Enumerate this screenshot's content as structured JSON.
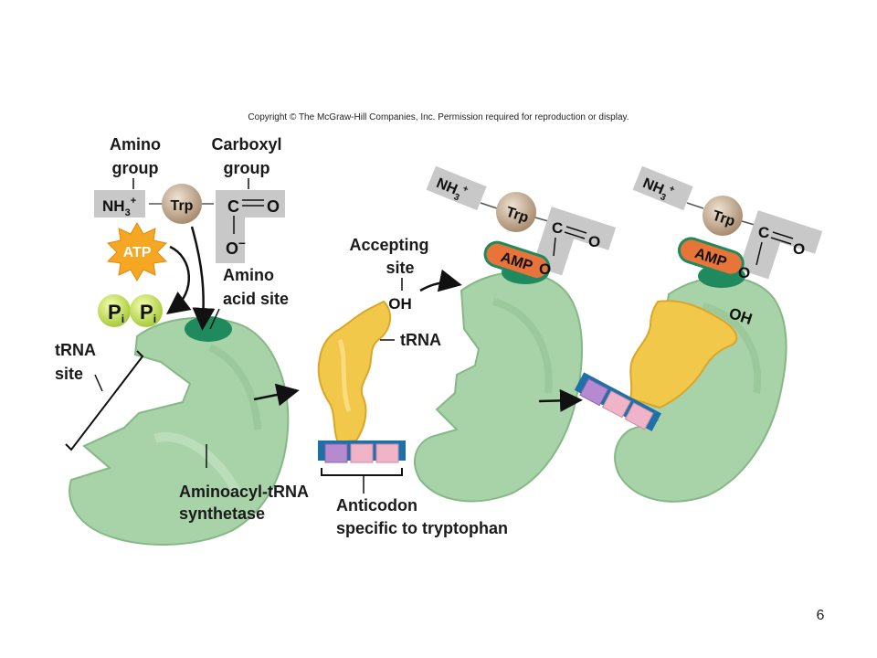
{
  "copyright": "Copyright © The McGraw-Hill Companies, Inc. Permission required for reproduction or display.",
  "page_number": "6",
  "labels": {
    "amino_group_line1": "Amino",
    "amino_group_line2": "group",
    "carboxyl_group_line1": "Carboxyl",
    "carboxyl_group_line2": "group",
    "amino_acid_site_line1": "Amino",
    "amino_acid_site_line2": "acid site",
    "trna_site_line1": "tRNA",
    "trna_site_line2": "site",
    "synthetase_line1": "Aminoacyl-tRNA",
    "synthetase_line2": "synthetase",
    "accepting_site_line1": "Accepting",
    "accepting_site_line2": "site",
    "trna": "tRNA",
    "anticodon_line1": "Anticodon",
    "anticodon_line2": "specific to tryptophan"
  },
  "chem": {
    "nh3": "NH",
    "nh3_sub": "3",
    "nh3_sup": "+",
    "trp": "Trp",
    "c": "C",
    "o": "O",
    "o_minus": "O",
    "minus": "–",
    "atp": "ATP",
    "amp": "AMP",
    "oh": "OH",
    "pi_p": "P",
    "pi_sub": "i"
  },
  "colors": {
    "enzyme": "#a8d2a8",
    "enzyme_edge": "#86b886",
    "active_site": "#1f8a5e",
    "trna": "#f2c84b",
    "trna_edge": "#d9a62a",
    "anticodon_bar": "#1f6fa8",
    "codon_purple": "#b58ad0",
    "codon_pink": "#f0b4c8",
    "trp_ball": "#c9b096",
    "amp_pill": "#e8743a",
    "amp_edge": "#1f8a5e",
    "nh3_box": "#c8c8c8",
    "atp_star": "#f5a623",
    "pi_ball": "#cfe85a",
    "arrow": "#111111"
  }
}
